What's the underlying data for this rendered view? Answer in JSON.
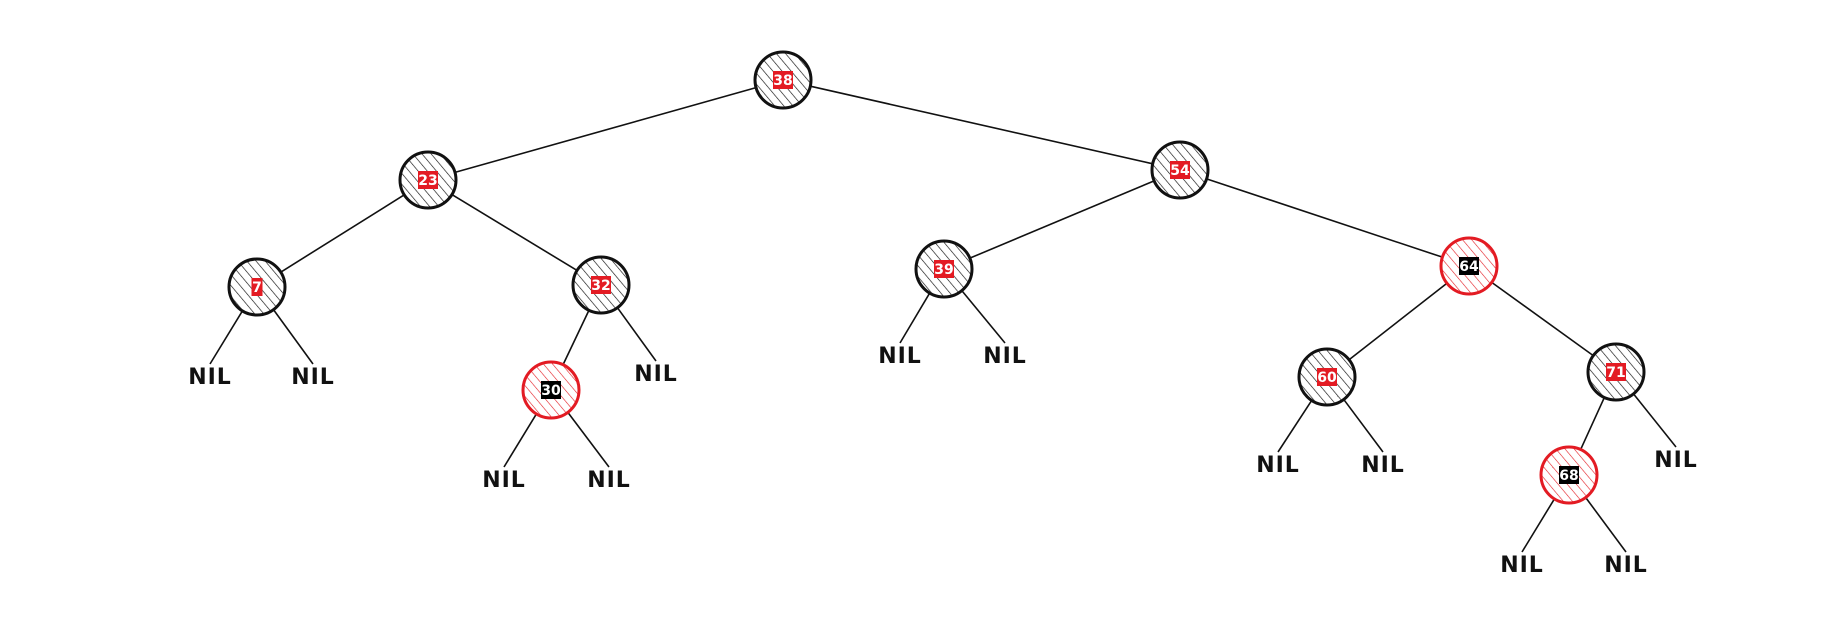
{
  "colors": {
    "red_node": "#e31b23",
    "black_node": "#111111",
    "key_box_on_black": "#e31b23",
    "key_box_on_red": "#000000",
    "key_text": "#ffffff"
  },
  "nil_label": "NIL",
  "nodes": [
    {
      "id": "n38",
      "key": "38",
      "color": "black",
      "parent": null
    },
    {
      "id": "n23",
      "key": "23",
      "color": "black",
      "parent": "n38"
    },
    {
      "id": "n54",
      "key": "54",
      "color": "black",
      "parent": "n38"
    },
    {
      "id": "n7",
      "key": "7",
      "color": "black",
      "parent": "n23"
    },
    {
      "id": "n32",
      "key": "32",
      "color": "black",
      "parent": "n23"
    },
    {
      "id": "n30",
      "key": "30",
      "color": "red",
      "parent": "n32"
    },
    {
      "id": "n39",
      "key": "39",
      "color": "black",
      "parent": "n54"
    },
    {
      "id": "n64",
      "key": "64",
      "color": "red",
      "parent": "n54"
    },
    {
      "id": "n60",
      "key": "60",
      "color": "black",
      "parent": "n64"
    },
    {
      "id": "n71",
      "key": "71",
      "color": "black",
      "parent": "n64"
    },
    {
      "id": "n68",
      "key": "68",
      "color": "red",
      "parent": "n71"
    }
  ],
  "nil_leaves": [
    {
      "id": "nil-7-l",
      "parent": "n7"
    },
    {
      "id": "nil-7-r",
      "parent": "n7"
    },
    {
      "id": "nil-30-l",
      "parent": "n30"
    },
    {
      "id": "nil-30-r",
      "parent": "n30"
    },
    {
      "id": "nil-32-r",
      "parent": "n32"
    },
    {
      "id": "nil-39-l",
      "parent": "n39"
    },
    {
      "id": "nil-39-r",
      "parent": "n39"
    },
    {
      "id": "nil-60-l",
      "parent": "n60"
    },
    {
      "id": "nil-60-r",
      "parent": "n60"
    },
    {
      "id": "nil-68-l",
      "parent": "n68"
    },
    {
      "id": "nil-68-r",
      "parent": "n68"
    },
    {
      "id": "nil-71-r",
      "parent": "n71"
    }
  ]
}
